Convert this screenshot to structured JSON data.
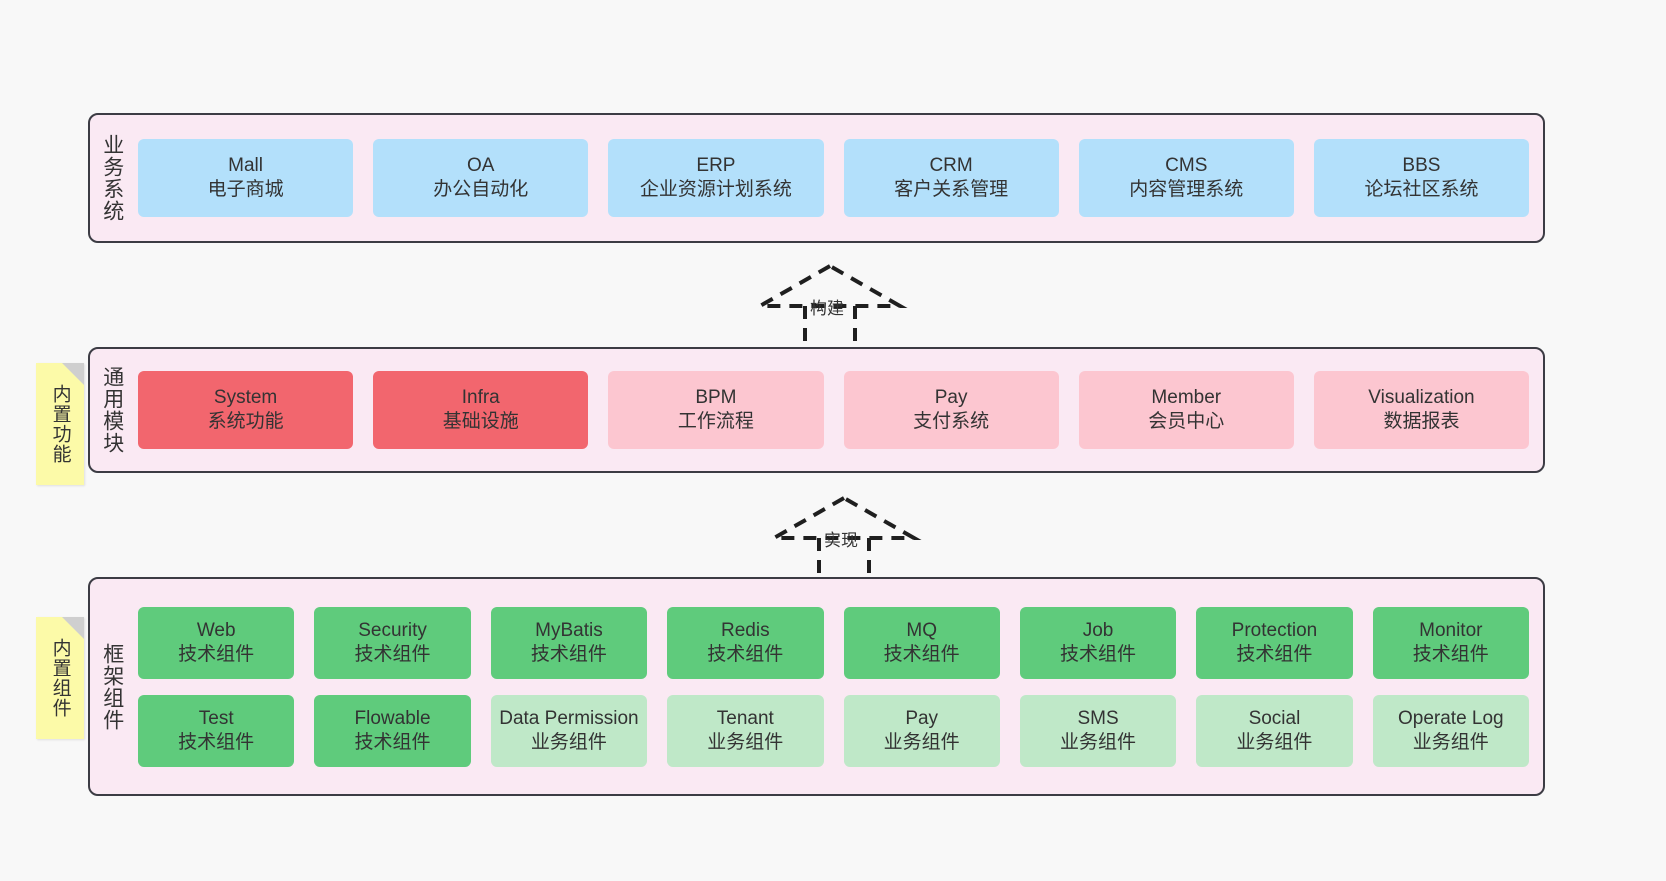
{
  "diagram": {
    "background_color": "#f8f8f8",
    "layer_fill": "#fae9f3",
    "layer_border": "#3c3c44",
    "sticky_color": "#fcfaa8"
  },
  "layers": [
    {
      "id": "business-systems",
      "label": "业务系统",
      "rows": [
        {
          "cells": [
            {
              "en": "Mall",
              "cn": "电子商城",
              "color": "#b3e0fb",
              "style": "c-blue"
            },
            {
              "en": "OA",
              "cn": "办公自动化",
              "color": "#b3e0fb",
              "style": "c-blue"
            },
            {
              "en": "ERP",
              "cn": "企业资源计划系统",
              "color": "#b3e0fb",
              "style": "c-blue"
            },
            {
              "en": "CRM",
              "cn": "客户关系管理",
              "color": "#b3e0fb",
              "style": "c-blue"
            },
            {
              "en": "CMS",
              "cn": "内容管理系统",
              "color": "#b3e0fb",
              "style": "c-blue"
            },
            {
              "en": "BBS",
              "cn": "论坛社区系统",
              "color": "#b3e0fb",
              "style": "c-blue"
            }
          ]
        }
      ]
    },
    {
      "id": "common-modules",
      "label": "通用模块",
      "sticky": "内置功能",
      "rows": [
        {
          "cells": [
            {
              "en": "System",
              "cn": "系统功能",
              "color": "#f2666e",
              "style": "c-red"
            },
            {
              "en": "Infra",
              "cn": "基础设施",
              "color": "#f2666e",
              "style": "c-red"
            },
            {
              "en": "BPM",
              "cn": "工作流程",
              "color": "#fcc6d0",
              "style": "c-pink"
            },
            {
              "en": "Pay",
              "cn": "支付系统",
              "color": "#fcc6d0",
              "style": "c-pink"
            },
            {
              "en": "Member",
              "cn": "会员中心",
              "color": "#fcc6d0",
              "style": "c-pink"
            },
            {
              "en": "Visualization",
              "cn": "数据报表",
              "color": "#fcc6d0",
              "style": "c-pink"
            }
          ]
        }
      ]
    },
    {
      "id": "framework-components",
      "label": "框架组件",
      "sticky": "内置组件",
      "rows": [
        {
          "cells": [
            {
              "en": "Web",
              "cn": "技术组件",
              "color": "#5fcb7c",
              "style": "c-green"
            },
            {
              "en": "Security",
              "cn": "技术组件",
              "color": "#5fcb7c",
              "style": "c-green"
            },
            {
              "en": "MyBatis",
              "cn": "技术组件",
              "color": "#5fcb7c",
              "style": "c-green"
            },
            {
              "en": "Redis",
              "cn": "技术组件",
              "color": "#5fcb7c",
              "style": "c-green"
            },
            {
              "en": "MQ",
              "cn": "技术组件",
              "color": "#5fcb7c",
              "style": "c-green"
            },
            {
              "en": "Job",
              "cn": "技术组件",
              "color": "#5fcb7c",
              "style": "c-green"
            },
            {
              "en": "Protection",
              "cn": "技术组件",
              "color": "#5fcb7c",
              "style": "c-green"
            },
            {
              "en": "Monitor",
              "cn": "技术组件",
              "color": "#5fcb7c",
              "style": "c-green"
            }
          ]
        },
        {
          "cells": [
            {
              "en": "Test",
              "cn": "技术组件",
              "color": "#5fcb7c",
              "style": "c-green"
            },
            {
              "en": "Flowable",
              "cn": "技术组件",
              "color": "#5fcb7c",
              "style": "c-green"
            },
            {
              "en": "Data Permission",
              "cn": "业务组件",
              "color": "#bfe8c8",
              "style": "c-lightgreen"
            },
            {
              "en": "Tenant",
              "cn": "业务组件",
              "color": "#bfe8c8",
              "style": "c-lightgreen"
            },
            {
              "en": "Pay",
              "cn": "业务组件",
              "color": "#bfe8c8",
              "style": "c-lightgreen"
            },
            {
              "en": "SMS",
              "cn": "业务组件",
              "color": "#bfe8c8",
              "style": "c-lightgreen"
            },
            {
              "en": "Social",
              "cn": "业务组件",
              "color": "#bfe8c8",
              "style": "c-lightgreen"
            },
            {
              "en": "Operate Log",
              "cn": "业务组件",
              "color": "#bfe8c8",
              "style": "c-lightgreen"
            }
          ]
        }
      ]
    }
  ],
  "connectors": [
    {
      "id": "build",
      "label": "构建",
      "from": "common-modules",
      "to": "business-systems"
    },
    {
      "id": "implement",
      "label": "实现",
      "from": "framework-components",
      "to": "common-modules"
    }
  ]
}
